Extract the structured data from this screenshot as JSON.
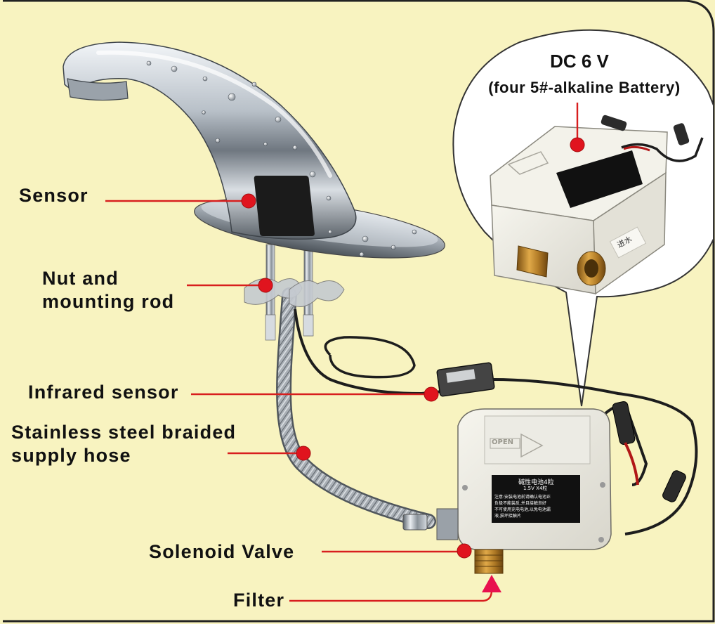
{
  "labels": {
    "sensor": "Sensor",
    "nut_line1": "Nut and",
    "nut_line2": "mounting rod",
    "infrared": "Infrared sensor",
    "hose_line1": "Stainless steel braided",
    "hose_line2": "supply hose",
    "solenoid": "Solenoid Valve",
    "filter": "Filter"
  },
  "callout": {
    "title": "DC 6 V",
    "subtitle": "(four 5#-alkaline Battery)"
  },
  "battery_box": {
    "open_label": "OPEN",
    "cn_title": "碱性电池4粒",
    "cn_spec": "1.5V X4粒",
    "cn_note_1": "注意:安装电池前请确认电池正",
    "cn_note_2": "负极不能装反,并且接触良好",
    "cn_note_3": "不可使用充电电池,以免电池漏",
    "cn_note_4": "液,损坏接触片",
    "inlet": "进水"
  },
  "colors": {
    "background": "#f8f3c0",
    "border": "#222222",
    "leader": "#d81e1e",
    "marker": "#e0141e",
    "arrow": "#e8114e"
  }
}
